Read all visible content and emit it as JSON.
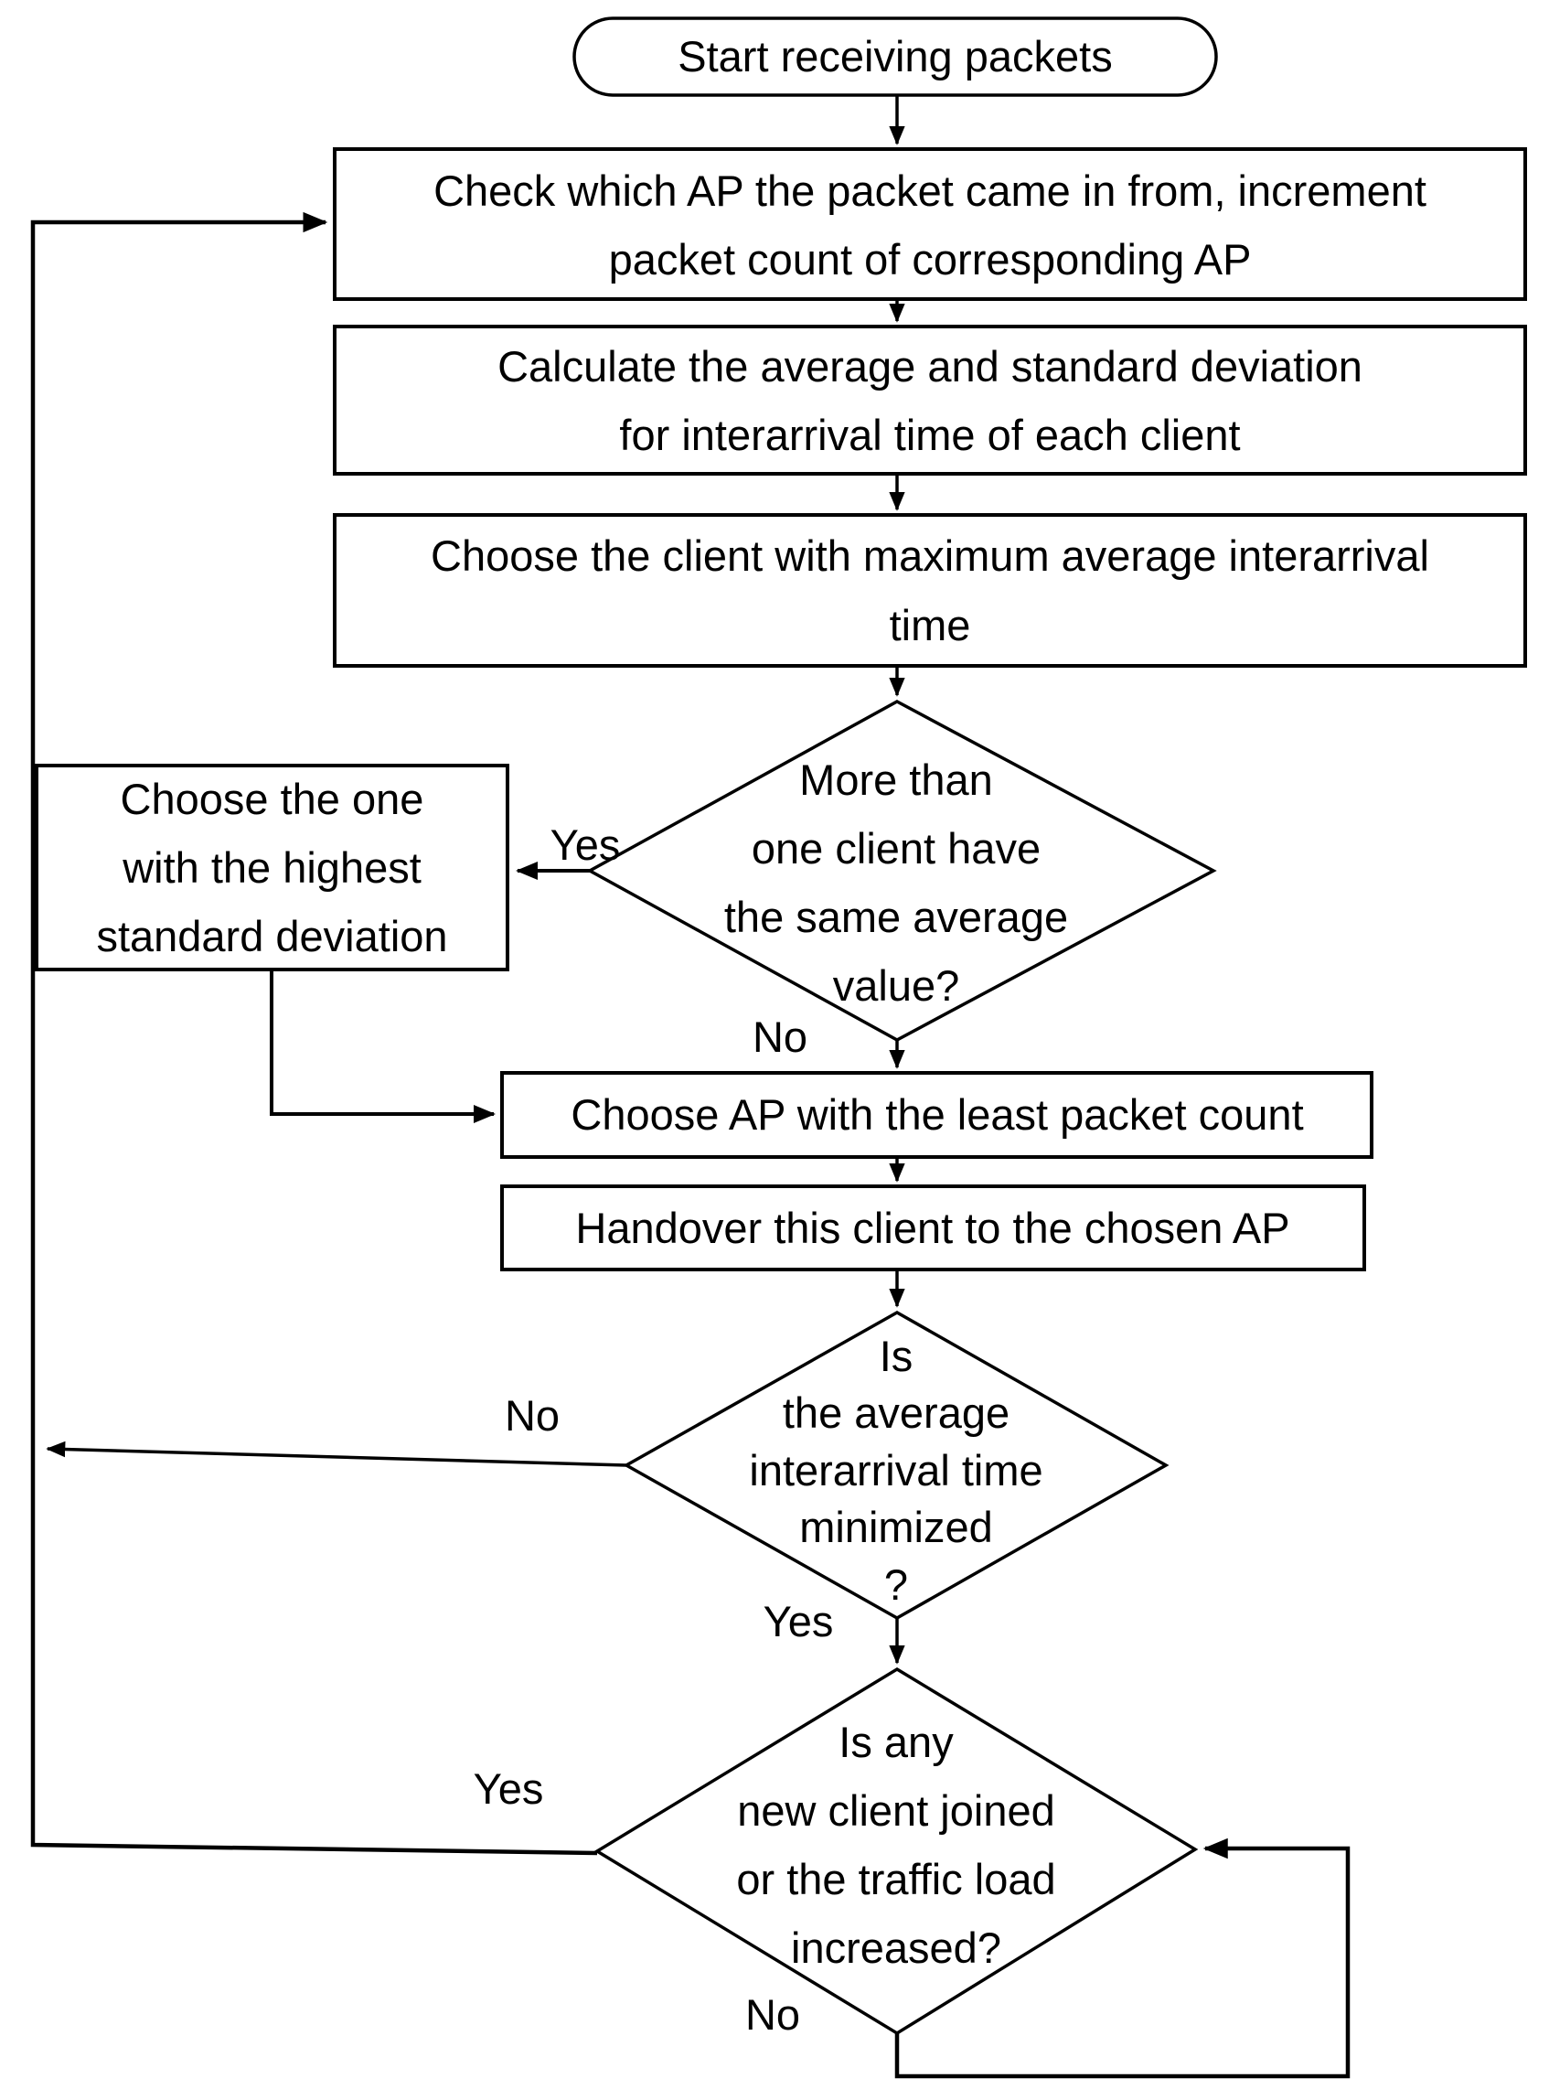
{
  "colors": {
    "stroke": "#000000",
    "background": "#ffffff"
  },
  "flowchart": {
    "start": {
      "label": "Start receiving packets"
    },
    "steps": {
      "check_ap": {
        "label": "Check which AP the packet came in from, increment\npacket count of corresponding AP"
      },
      "calc_stats": {
        "label": "Calculate the average and standard deviation\nfor interarrival time of each client"
      },
      "choose_client": {
        "label": "Choose the client with maximum average interarrival\ntime"
      },
      "choose_highest_std": {
        "label": "Choose the one\nwith the highest\nstandard deviation"
      },
      "choose_least_ap": {
        "label": "Choose AP with the least packet count"
      },
      "handover": {
        "label": "Handover this client to the chosen AP"
      }
    },
    "decisions": {
      "same_average": {
        "label": "More than\none client have\nthe same average\nvalue?",
        "yes": "Yes",
        "no": "No"
      },
      "minimized": {
        "label": "Is\nthe average\ninterarrival time\nminimized\n?",
        "yes": "Yes",
        "no": "No"
      },
      "new_client": {
        "label": "Is any\nnew client joined\nor the traffic load\nincreased?",
        "yes": "Yes",
        "no": "No"
      }
    }
  }
}
